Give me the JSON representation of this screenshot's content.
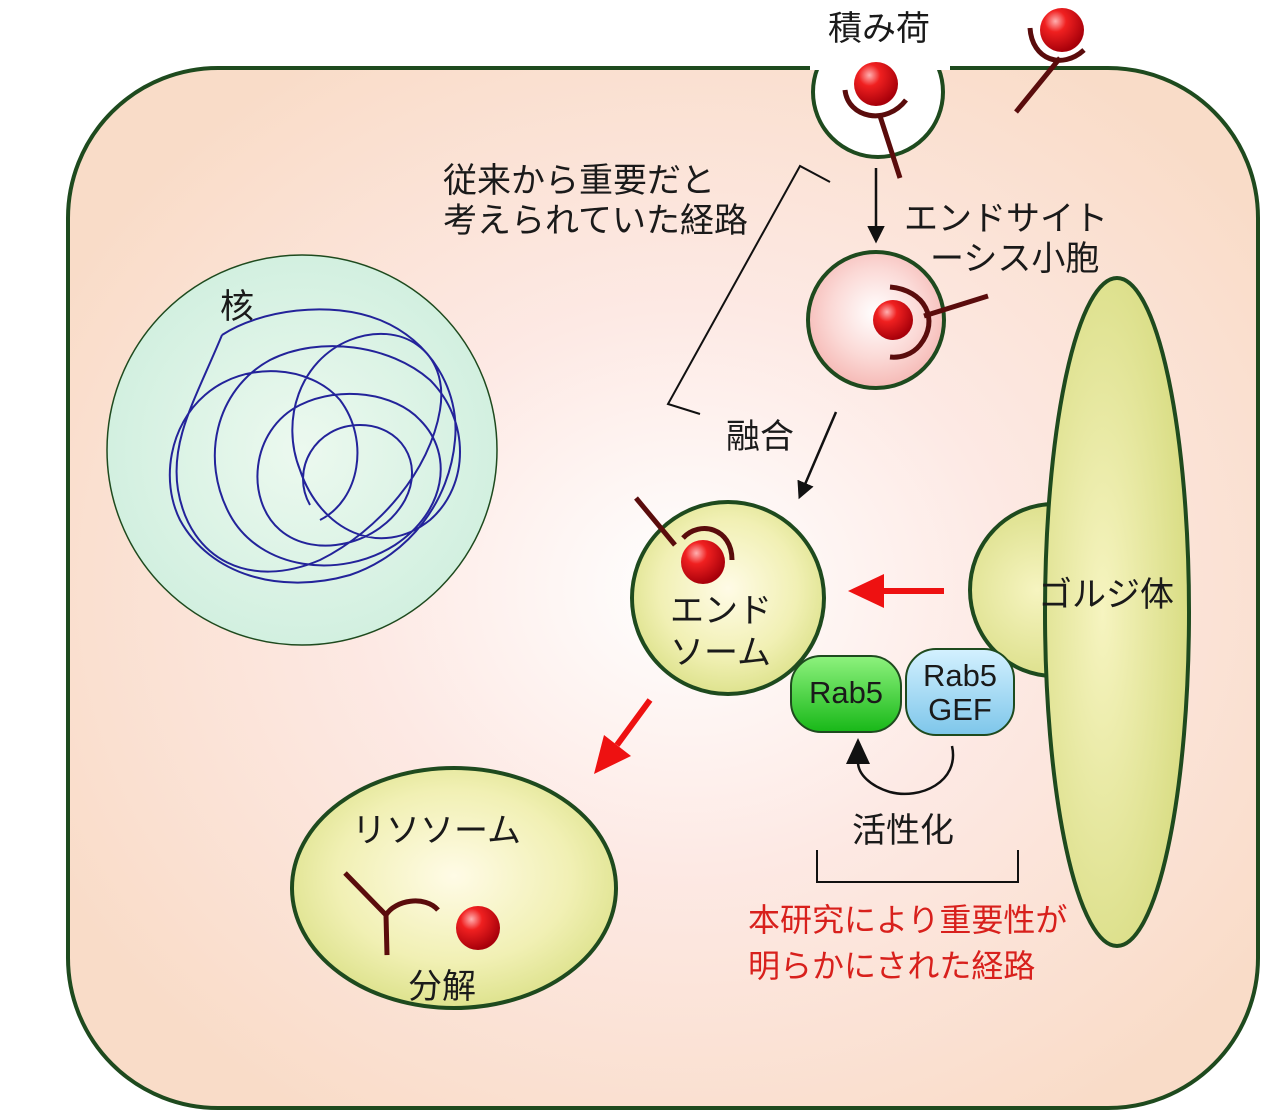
{
  "labels": {
    "cargo": "積み荷",
    "conventional_line1": "従来から重要だと",
    "conventional_line2": "考えられていた経路",
    "vesicle_line1": "エンドサイト",
    "vesicle_line2": "ーシス小胞",
    "nucleus": "核",
    "fusion": "融合",
    "endosome_line1": "エンド",
    "endosome_line2": "ソーム",
    "golgi": "ゴルジ体",
    "rab5": "Rab5",
    "rab5gef_line1": "Rab5",
    "rab5gef_line2": "GEF",
    "activation": "活性化",
    "lysosome": "リソソーム",
    "degradation": "分解",
    "new_pathway_line1": "本研究により重要性が",
    "new_pathway_line2": "明らかにされた経路"
  },
  "colors": {
    "cell_fill": "#fbe3d5",
    "cell_stroke": "#1e4a1e",
    "nucleus_fill": "#d6f0e0",
    "chromatin": "#23239a",
    "organelle_fill": "#e8e8a0",
    "vesicle_fill": "#f8c8c4",
    "cargo_red": "#e0141c",
    "receptor": "#5a0c0c",
    "rab5_green": "#2ed12e",
    "rab5gef_blue": "#8fd4f2",
    "red_arrow": "#ee1111",
    "red_text": "#d8201c"
  }
}
